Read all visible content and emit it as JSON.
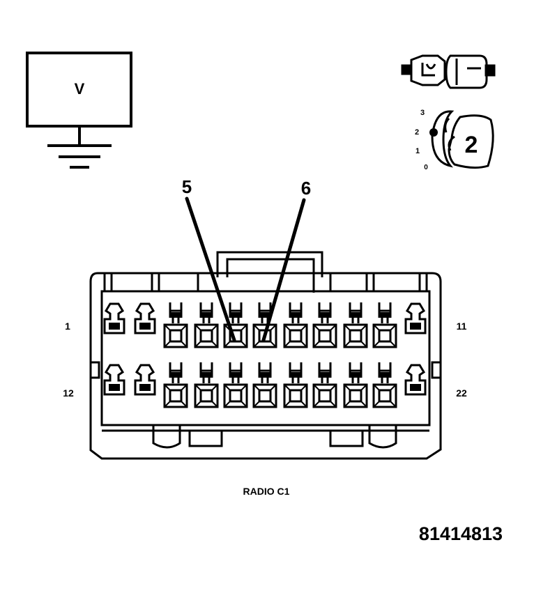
{
  "voltmeter": {
    "symbol": "V"
  },
  "ignition_switch": {
    "positions": [
      "3",
      "2",
      "1",
      "0"
    ],
    "selected": "2"
  },
  "callouts": {
    "left_pin": "5",
    "right_pin": "6"
  },
  "connector": {
    "name": "RADIO C1",
    "row1_start": "1",
    "row1_end": "11",
    "row2_start": "12",
    "row2_end": "22"
  },
  "figure_id": "81414813"
}
